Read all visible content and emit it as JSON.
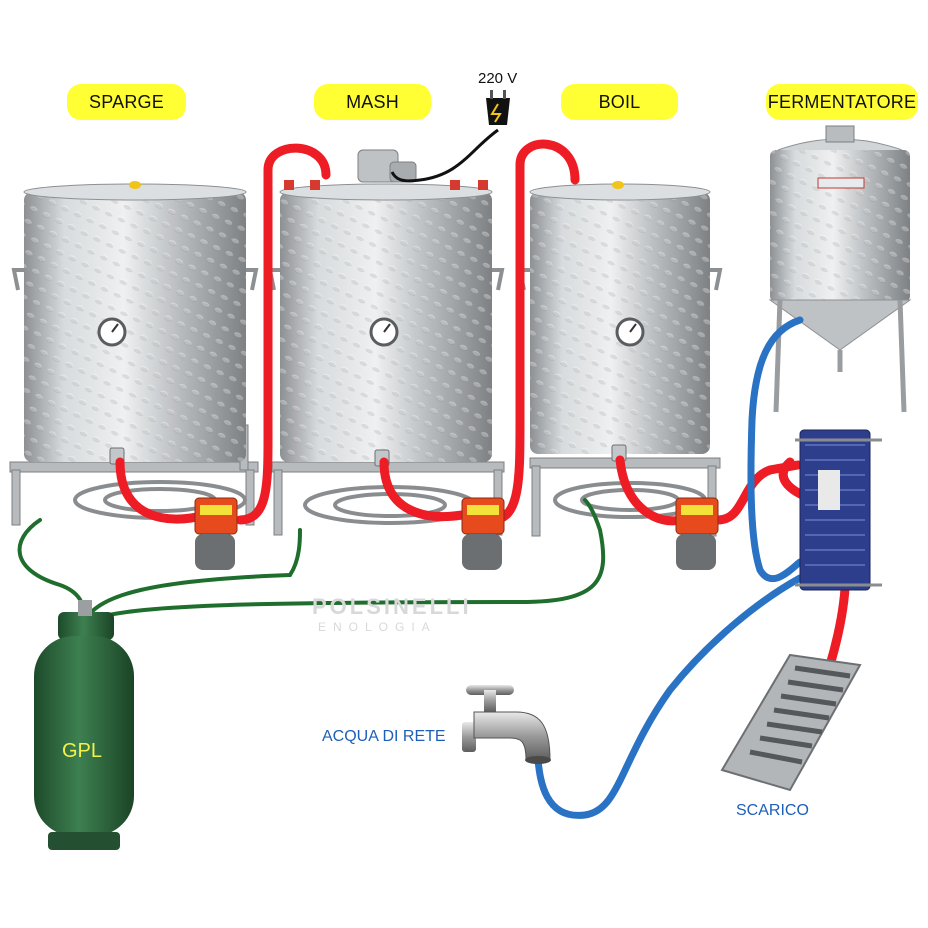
{
  "labels": {
    "sparge": "SPARGE",
    "mash": "MASH",
    "boil": "BOIL",
    "fermentatore": "FERMENTATORE",
    "power": "220 V",
    "gpl": "GPL",
    "acqua": "ACQUA DI RETE",
    "scarico": "SCARICO"
  },
  "watermark": {
    "line1": "POLSINELLI",
    "line2": "ENOLOGIA"
  },
  "colors": {
    "label_pill": "#ffff33",
    "hot_hose": "#ee1c25",
    "cold_hose": "#2a72c4",
    "gas_hose": "#1f6e2e",
    "steel": "#c9ccce",
    "gpl_tank": "#2f6a3e",
    "pump": "#e74a1d",
    "heat_exchanger": "#2d3f8c"
  },
  "icons": [
    "electric-plug-icon",
    "water-tap-icon",
    "drain-grate-icon",
    "thermometer-icon",
    "gas-cylinder-icon"
  ]
}
